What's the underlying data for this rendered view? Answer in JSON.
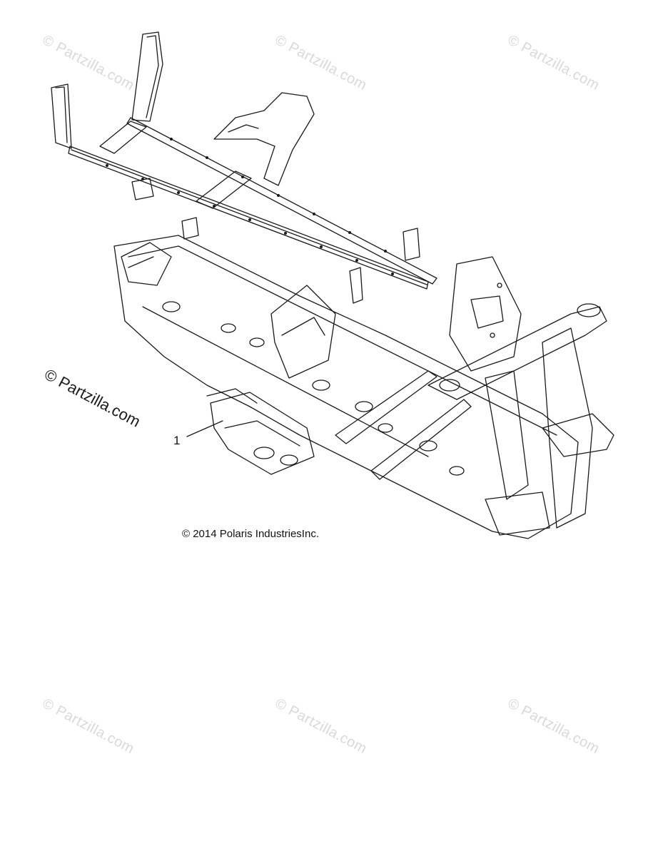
{
  "watermarks": {
    "text": "© Partzilla.com"
  },
  "side_watermark": "© Partzilla.com",
  "callout": {
    "label": "1"
  },
  "copyright": "© 2014 Polaris IndustriesInc.",
  "colors": {
    "line": "#1a1a1a",
    "watermark": "#d9d9d9",
    "background": "#ffffff"
  }
}
